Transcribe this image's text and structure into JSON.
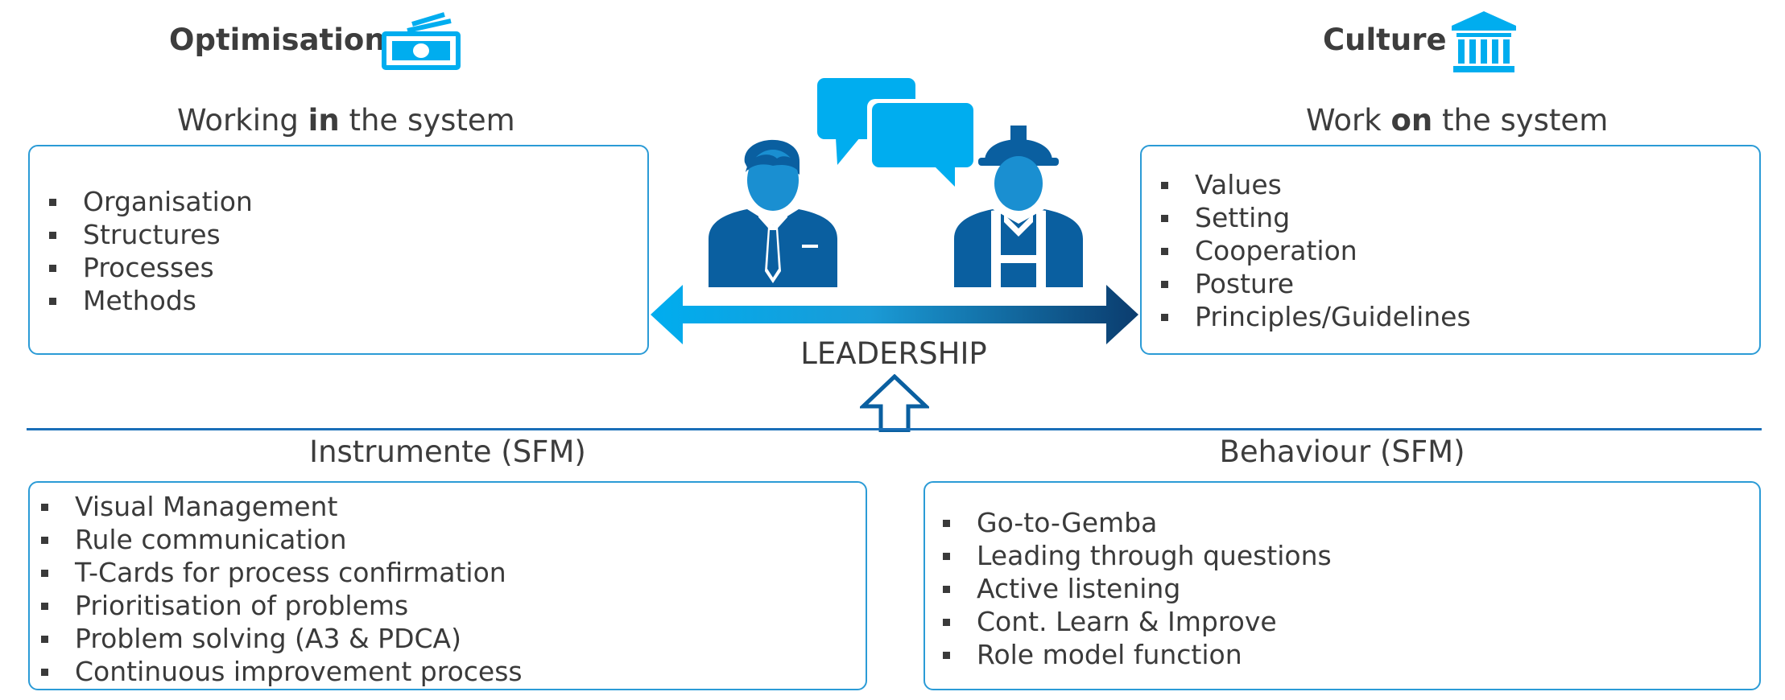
{
  "top_left": {
    "heading": "Optimisation",
    "icon": "money-icon",
    "subtitle_pre": "Working ",
    "subtitle_bold": "in",
    "subtitle_post": " the system",
    "items": [
      "Organisation",
      "Structures",
      "Processes",
      "Methods"
    ]
  },
  "top_right": {
    "heading": "Culture",
    "icon": "bank-building-icon",
    "subtitle_pre": "Work ",
    "subtitle_bold": "on",
    "subtitle_post": " the system",
    "items": [
      "Values",
      "Setting",
      "Cooperation",
      "Posture",
      "Principles/Guidelines"
    ]
  },
  "center": {
    "label": "LEADERSHIP",
    "icons": [
      "manager-icon",
      "speech-bubbles-icon",
      "worker-helmet-icon",
      "double-arrow-icon",
      "up-arrow-icon"
    ]
  },
  "bottom_left": {
    "title": "Instrumente (SFM)",
    "items": [
      "Visual Management",
      "Rule communication",
      "T-Cards for process confirmation",
      "Prioritisation of problems",
      "Problem solving (A3 & PDCA)",
      "Continuous improvement process"
    ]
  },
  "bottom_right": {
    "title": "Behaviour (SFM)",
    "items": [
      "Go-to-Gemba",
      "Leading through questions",
      "Active listening",
      "Cont. Learn & Improve",
      "Role model function"
    ]
  },
  "colors": {
    "accent_light": "#00adef",
    "accent_mid": "#1a8fd1",
    "accent_dark": "#0a5fa0",
    "navy": "#0b3c6e",
    "border": "#2b9bd6",
    "text": "#3a3a3a"
  }
}
